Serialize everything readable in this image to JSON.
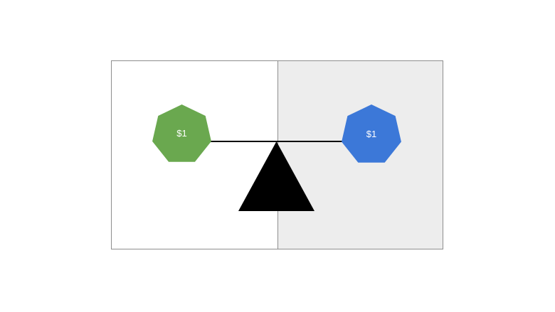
{
  "scene": {
    "description": "Balance scale diagram with two equal one-dollar weights in equilibrium",
    "left_weight": {
      "label": "$1",
      "shape": "heptagon"
    },
    "right_weight": {
      "label": "$1",
      "shape": "heptagon"
    },
    "colors": {
      "left_weight_fill": "#6aa84f",
      "right_weight_fill": "#3c78d8",
      "weight_label_text": "#ffffff",
      "right_panel_background": "#ededed",
      "left_panel_background": "#ffffff",
      "frame_border": "#8e8e8e",
      "beam": "#000000",
      "fulcrum": "#000000",
      "page_background": "#ffffff"
    }
  }
}
